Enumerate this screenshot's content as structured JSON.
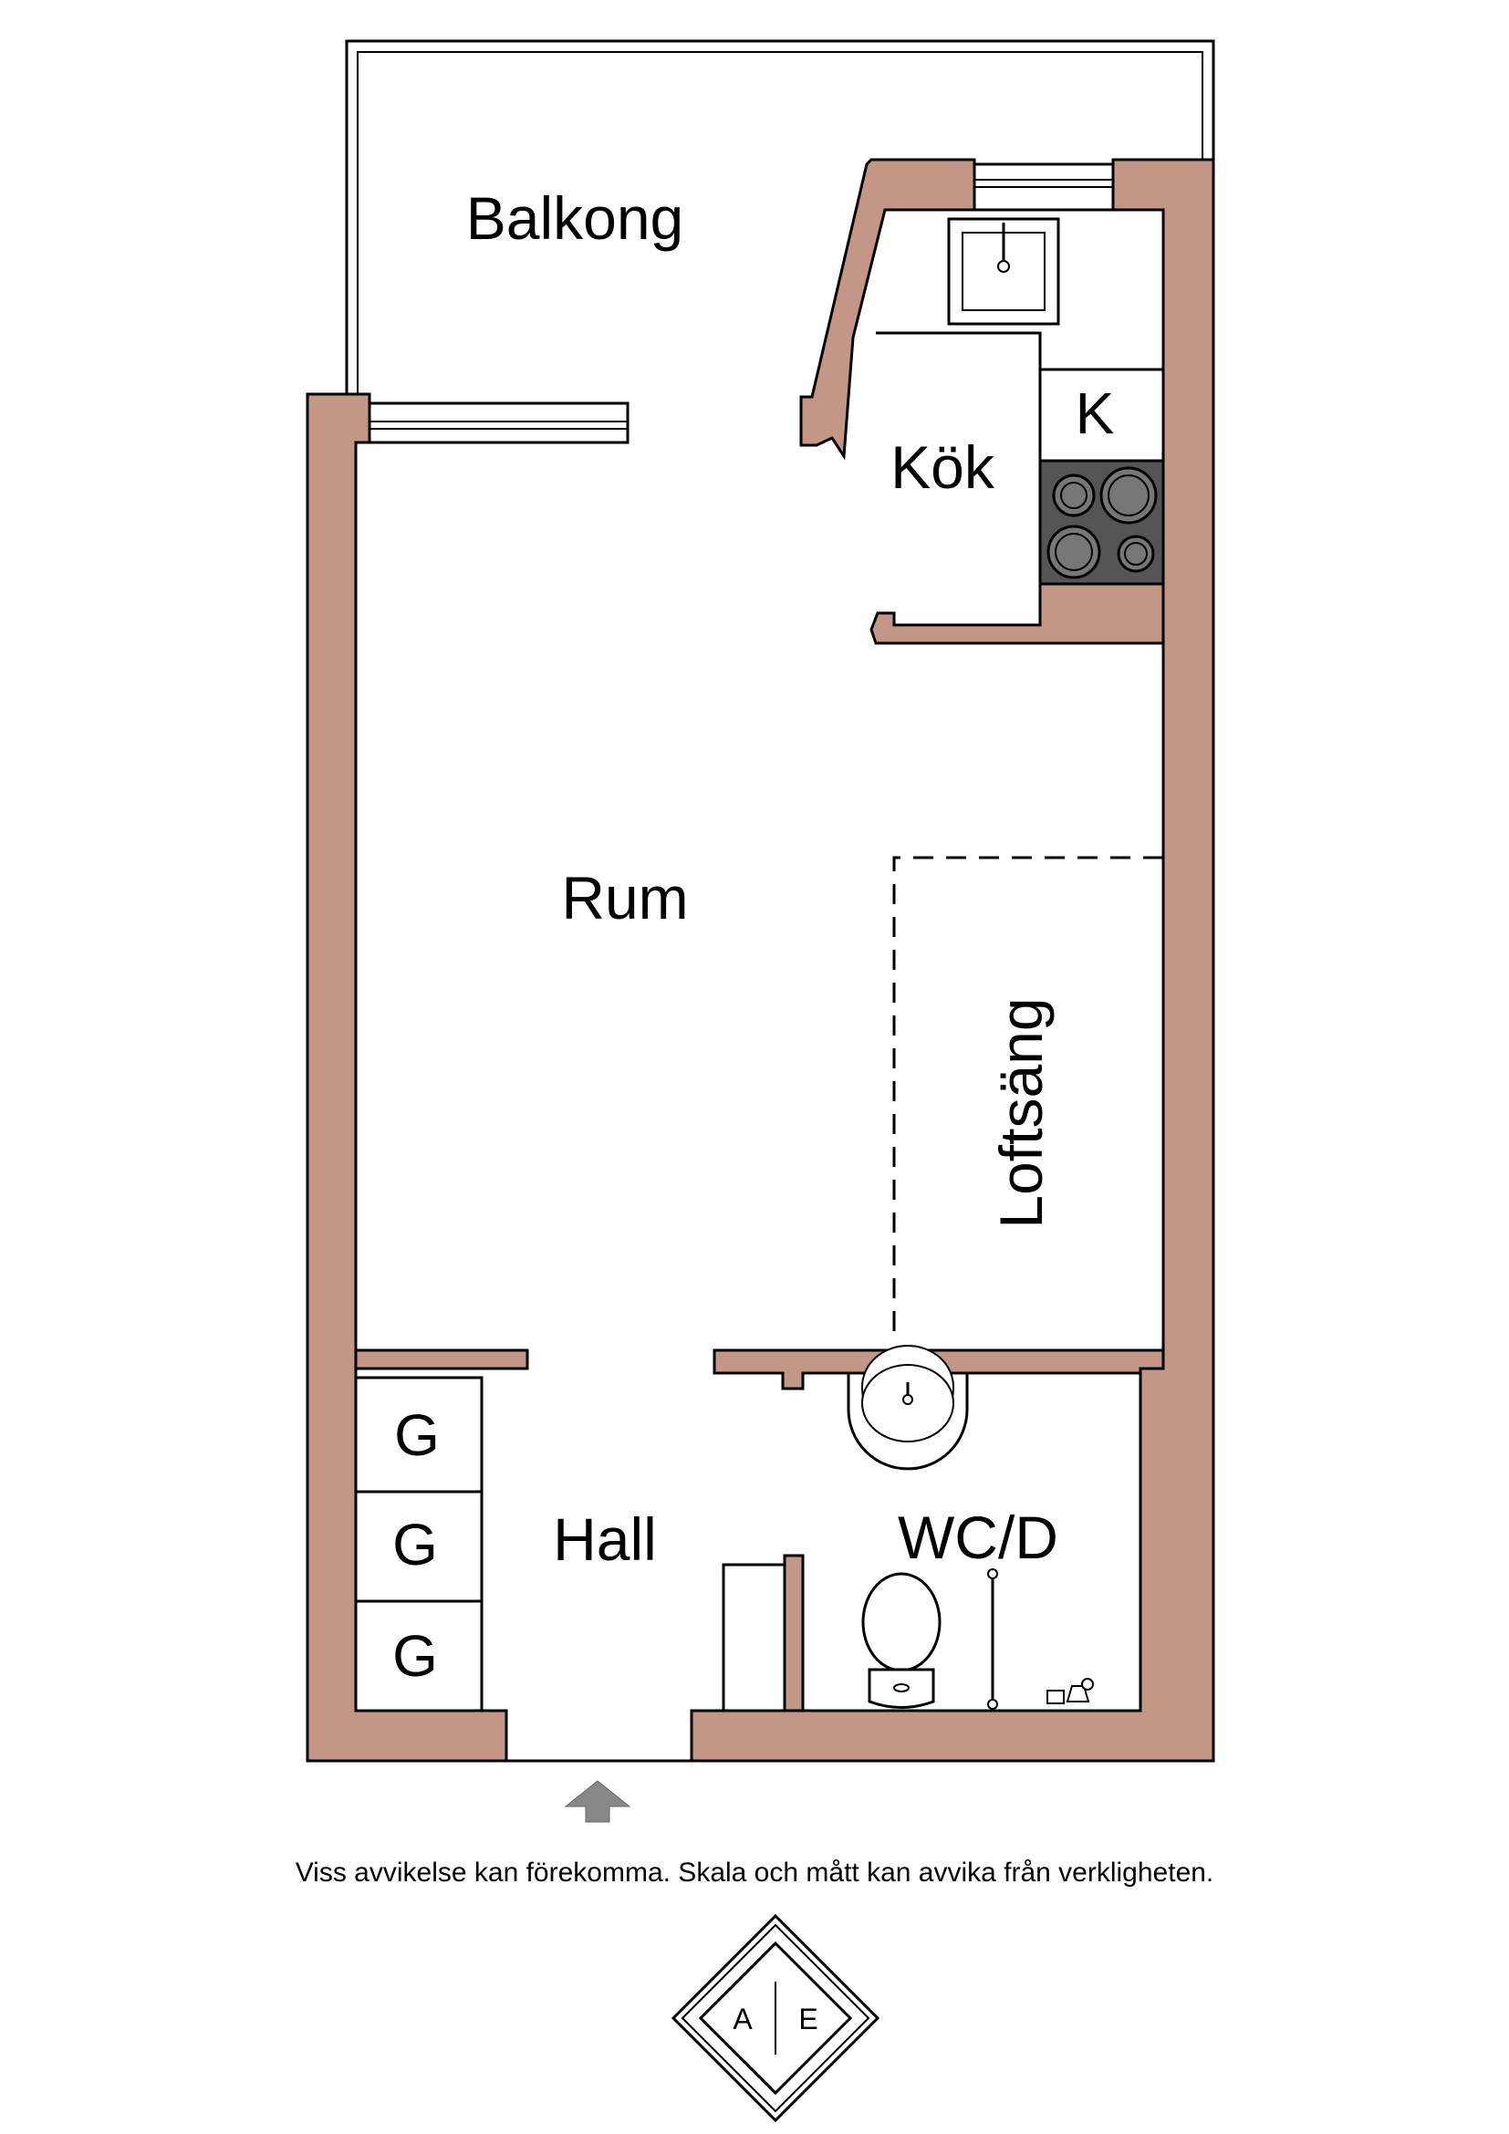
{
  "rooms": {
    "balcony": "Balkong",
    "kitchen": "Kök",
    "fridge": "K",
    "room": "Rum",
    "loft_bed": "Loftsäng",
    "hall": "Hall",
    "bathroom": "WC/D",
    "wardrobe_1": "G",
    "wardrobe_2": "G",
    "wardrobe_3": "G"
  },
  "disclaimer": "Viss avvikelse kan förekomma. Skala och mått kan avvika från verkligheten.",
  "logo": {
    "letter_left": "A",
    "letter_right": "E"
  },
  "colors": {
    "wall": "#c39686",
    "stove": "#555555",
    "arrow": "#888888"
  }
}
